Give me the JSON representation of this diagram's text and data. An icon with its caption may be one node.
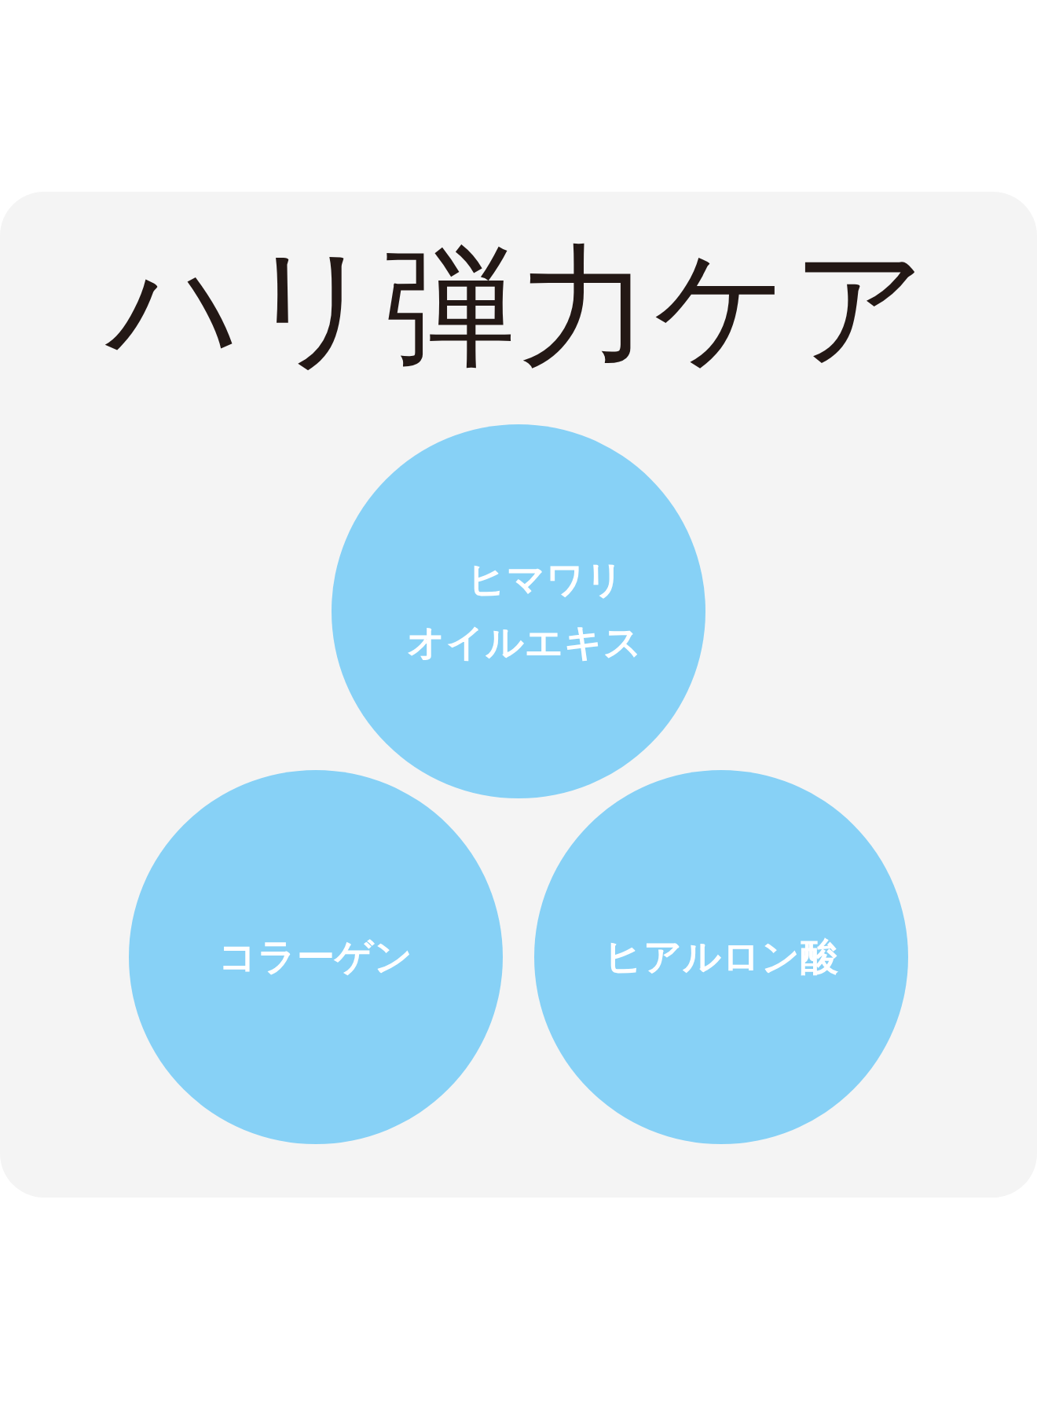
{
  "diagram": {
    "title": "ハリ弾力ケア",
    "nodes": [
      {
        "text": [
          "ヒマワリオイルエキス"
        ]
      },
      {
        "text": [
          "コラーゲン"
        ]
      },
      {
        "text": [
          "ヒアルロン酸"
        ]
      }
    ]
  }
}
